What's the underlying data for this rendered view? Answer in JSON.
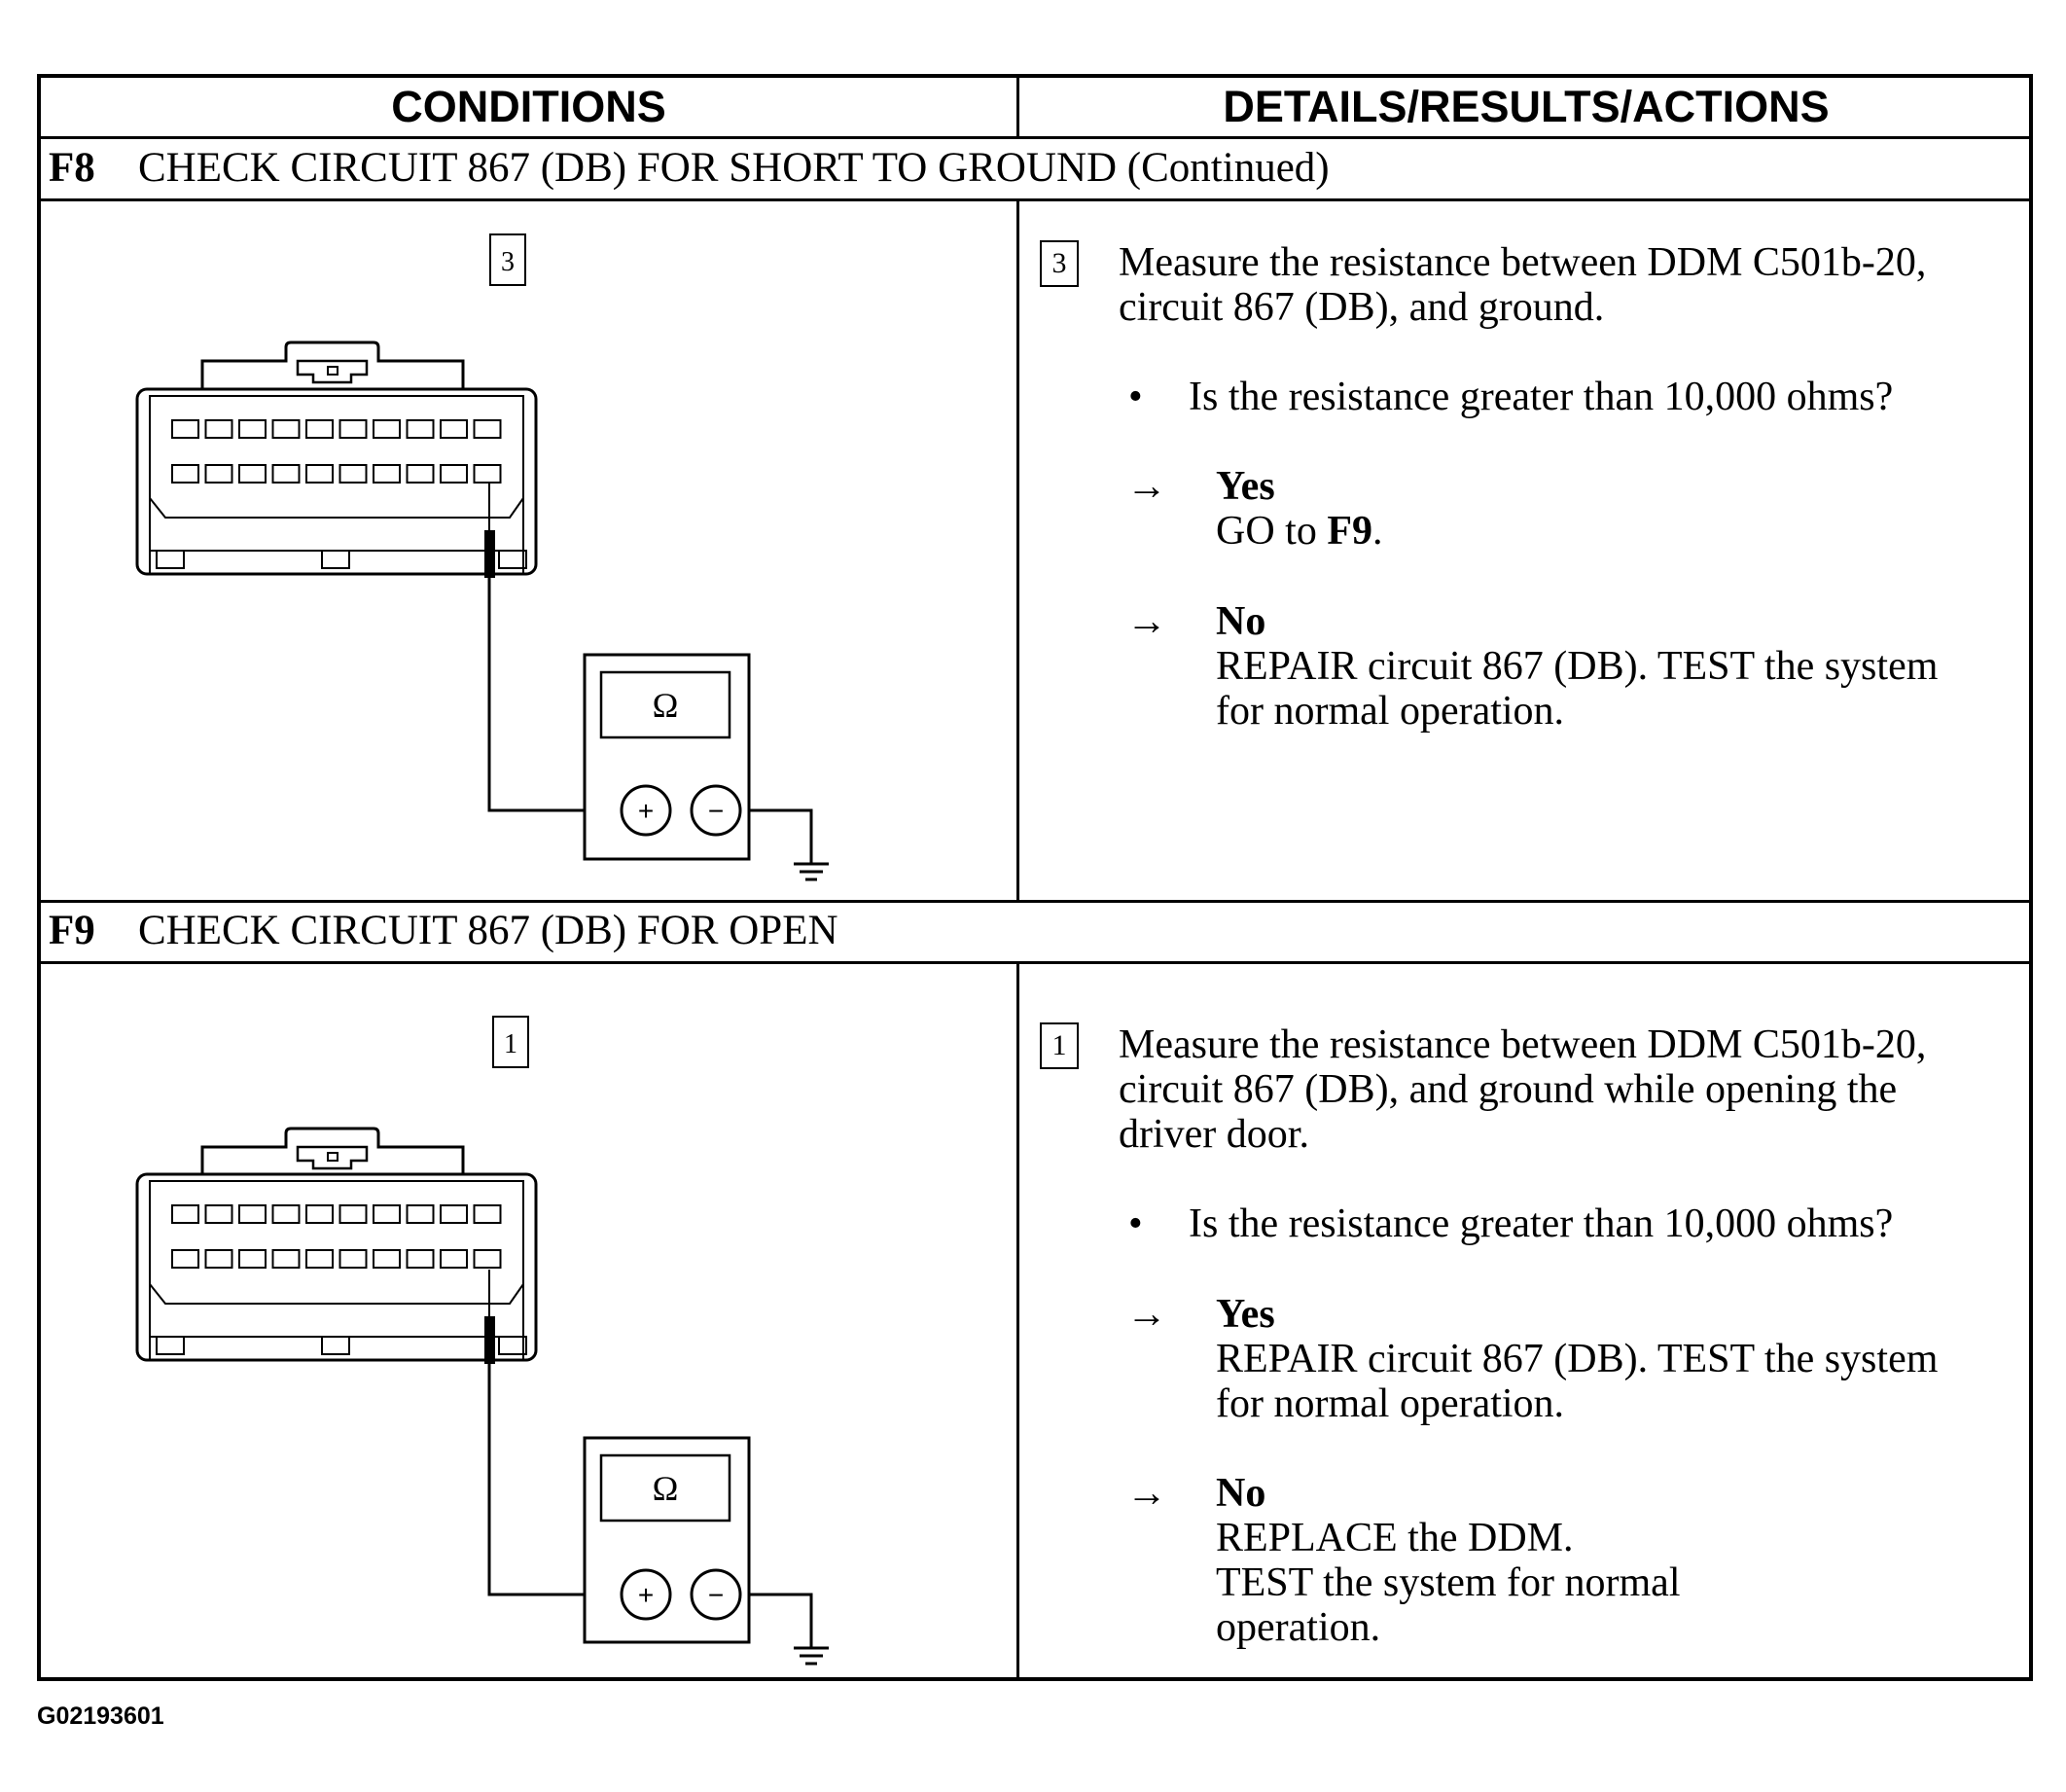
{
  "headers": {
    "conditions": "CONDITIONS",
    "details": "DETAILS/RESULTS/ACTIONS"
  },
  "steps": [
    {
      "code": "F8",
      "title": "CHECK CIRCUIT 867 (DB) FOR SHORT TO GROUND (Continued)",
      "figure_step": "3",
      "meter_symbol": "Ω",
      "plus_symbol": "+",
      "minus_symbol": "−",
      "action_step": "3",
      "instruction_lines": [
        "Measure the resistance between DDM C501b-20,",
        "circuit 867 (DB), and ground."
      ],
      "bullet": "•",
      "question": "Is the resistance greater than 10,000 ohms?",
      "arrow": "→",
      "yes_label": "Yes",
      "yes_text_prefix": "GO to ",
      "yes_text_bold": "F9",
      "yes_text_suffix": ".",
      "no_label": "No",
      "no_lines": [
        "REPAIR circuit 867 (DB). TEST the system",
        "for normal operation."
      ]
    },
    {
      "code": "F9",
      "title": "CHECK CIRCUIT 867 (DB) FOR OPEN",
      "figure_step": "1",
      "meter_symbol": "Ω",
      "plus_symbol": "+",
      "minus_symbol": "−",
      "action_step": "1",
      "instruction_lines": [
        "Measure the resistance between DDM C501b-20,",
        "circuit 867 (DB), and ground while opening the",
        "driver door."
      ],
      "bullet": "•",
      "question": "Is the resistance greater than 10,000 ohms?",
      "arrow": "→",
      "yes_label": "Yes",
      "yes_lines": [
        "REPAIR circuit 867 (DB). TEST the system",
        "for normal operation."
      ],
      "no_label": "No",
      "no_lines": [
        "REPLACE the DDM.",
        "TEST the system for normal",
        "operation."
      ]
    }
  ],
  "figure_code": "G02193601"
}
